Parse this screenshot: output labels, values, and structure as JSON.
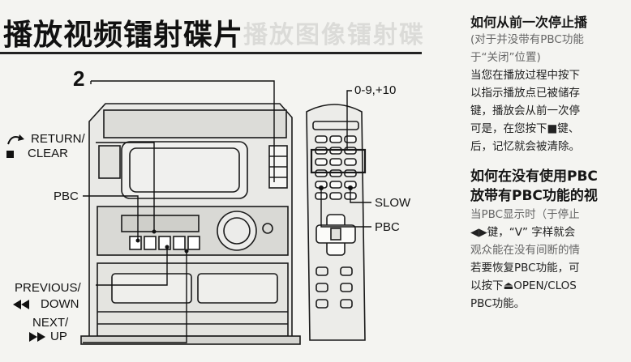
{
  "page": {
    "title": "播放视频镭射碟片",
    "ghost_text": "播放图像镭射碟"
  },
  "figure": {
    "callouts": {
      "num2": "2",
      "return_line1": "RETURN/",
      "return_line2": "CLEAR",
      "pbc_left": "PBC",
      "previous_line1": "PREVIOUS/",
      "previous_line2": "DOWN",
      "next_line1": "NEXT/",
      "next_line2": "UP",
      "digits": "0-9,+10",
      "slow": "SLOW",
      "pbc_right": "PBC"
    }
  },
  "right_column": {
    "section1_title": "如何从前一次停止播",
    "section1_lines": [
      "(对于并没带有PBC功能",
      "于“关闭”位置)",
      "当您在播放过程中按下",
      "以指示播放点已被储存",
      "键，播放会从前一次停",
      "可是，在您按下■键、",
      "后，记忆就会被清除。"
    ],
    "section2_title_lines": [
      "如何在没有使用PBC",
      "放带有PBC功能的视"
    ],
    "section2_lines": [
      "当PBC显示时（于停止",
      "◀▶键，“V” 字样就会",
      "观众能在没有间断的情",
      "若要恢复PBC功能，可",
      "以按下⏏OPEN/CLOS",
      "PBC功能。"
    ]
  }
}
